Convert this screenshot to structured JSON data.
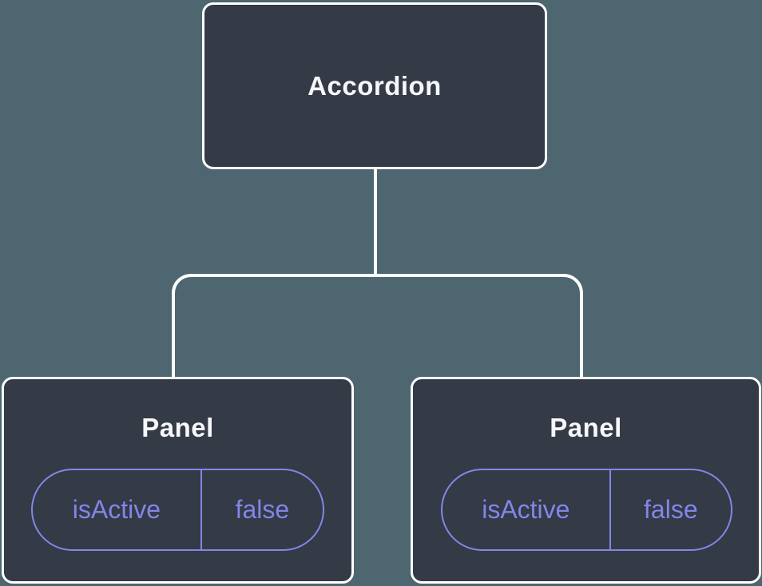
{
  "diagram": {
    "colors": {
      "background": "#4D666F",
      "node_fill": "#343A46",
      "node_border": "#FFFFFF",
      "label_text": "#F6F7F9",
      "accent_purple": "#8286E8"
    },
    "root": {
      "label": "Accordion"
    },
    "children": [
      {
        "label": "Panel",
        "state": {
          "key": "isActive",
          "value": "false"
        }
      },
      {
        "label": "Panel",
        "state": {
          "key": "isActive",
          "value": "false"
        }
      }
    ]
  }
}
